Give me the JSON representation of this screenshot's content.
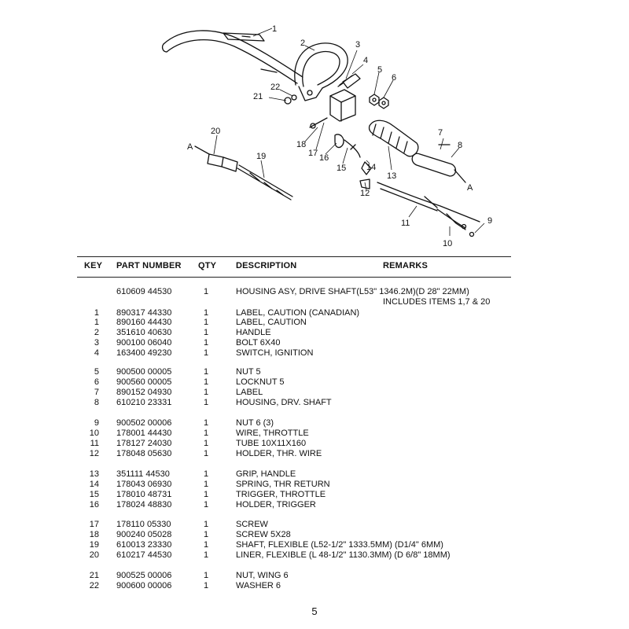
{
  "diagram": {
    "callouts": [
      "1",
      "2",
      "3",
      "4",
      "5",
      "6",
      "7",
      "8",
      "9",
      "10",
      "11",
      "12",
      "13",
      "14",
      "15",
      "16",
      "17",
      "18",
      "19",
      "20",
      "21",
      "22"
    ],
    "connector_labels": [
      "A",
      "A"
    ]
  },
  "table": {
    "headers": {
      "key": "KEY",
      "part_number": "PART NUMBER",
      "qty": "QTY",
      "description": "DESCRIPTION",
      "remarks": "REMARKS"
    },
    "rows": [
      {
        "key": "",
        "part": "610609 44530",
        "qty": "1",
        "desc": "HOUSING ASY, DRIVE SHAFT(L53\" 1346.2M)(D 28\" 22MM)"
      },
      {
        "key": "",
        "part": "",
        "qty": "",
        "desc": "",
        "remarks": "INCLUDES ITEMS 1,7 & 20"
      },
      {
        "key": "1",
        "part": "890317 44330",
        "qty": "1",
        "desc": "LABEL, CAUTION  (CANADIAN)"
      },
      {
        "key": "1",
        "part": "890160 44430",
        "qty": "1",
        "desc": "LABEL, CAUTION"
      },
      {
        "key": "2",
        "part": "351610 40630",
        "qty": "1",
        "desc": "HANDLE"
      },
      {
        "key": "3",
        "part": "900100 06040",
        "qty": "1",
        "desc": "BOLT  6X40"
      },
      {
        "key": "4",
        "part": "163400 49230",
        "qty": "1",
        "desc": "SWITCH, IGNITION"
      },
      {
        "key": "5",
        "part": "900500 00005",
        "qty": "1",
        "desc": "NUT  5"
      },
      {
        "key": "6",
        "part": "900560 00005",
        "qty": "1",
        "desc": "LOCKNUT   5"
      },
      {
        "key": "7",
        "part": "890152 04930",
        "qty": "1",
        "desc": "LABEL"
      },
      {
        "key": "8",
        "part": "610210 23331",
        "qty": "1",
        "desc": "HOUSING, DRV. SHAFT"
      },
      {
        "key": "9",
        "part": "900502 00006",
        "qty": "1",
        "desc": "NUT  6   (3)"
      },
      {
        "key": "10",
        "part": "178001 44430",
        "qty": "1",
        "desc": "WIRE, THROTTLE"
      },
      {
        "key": "11",
        "part": "178127 24030",
        "qty": "1",
        "desc": "TUBE   10X11X160"
      },
      {
        "key": "12",
        "part": "178048 05630",
        "qty": "1",
        "desc": "HOLDER, THR. WIRE"
      },
      {
        "key": "13",
        "part": "351111 44530",
        "qty": "1",
        "desc": "GRIP, HANDLE"
      },
      {
        "key": "14",
        "part": "178043 06930",
        "qty": "1",
        "desc": "SPRING, THR RETURN"
      },
      {
        "key": "15",
        "part": "178010 48731",
        "qty": "1",
        "desc": "TRIGGER, THROTTLE"
      },
      {
        "key": "16",
        "part": "178024 48830",
        "qty": "1",
        "desc": "HOLDER, TRIGGER"
      },
      {
        "key": "17",
        "part": "178110 05330",
        "qty": "1",
        "desc": "SCREW"
      },
      {
        "key": "18",
        "part": "900240 05028",
        "qty": "1",
        "desc": "SCREW  5X28"
      },
      {
        "key": "19",
        "part": "610013 23330",
        "qty": "1",
        "desc": "SHAFT, FLEXIBLE (L52-1/2\" 1333.5MM) (D1/4\" 6MM)"
      },
      {
        "key": "20",
        "part": "610217 44530",
        "qty": "1",
        "desc": "LINER, FLEXIBLE (L 48-1/2\" 1130.3MM) (D 6/8\" 18MM)"
      },
      {
        "key": "21",
        "part": "900525 00006",
        "qty": "1",
        "desc": "NUT, WING 6"
      },
      {
        "key": "22",
        "part": "900600 00006",
        "qty": "1",
        "desc": "WASHER   6"
      }
    ]
  },
  "page_number": "5"
}
